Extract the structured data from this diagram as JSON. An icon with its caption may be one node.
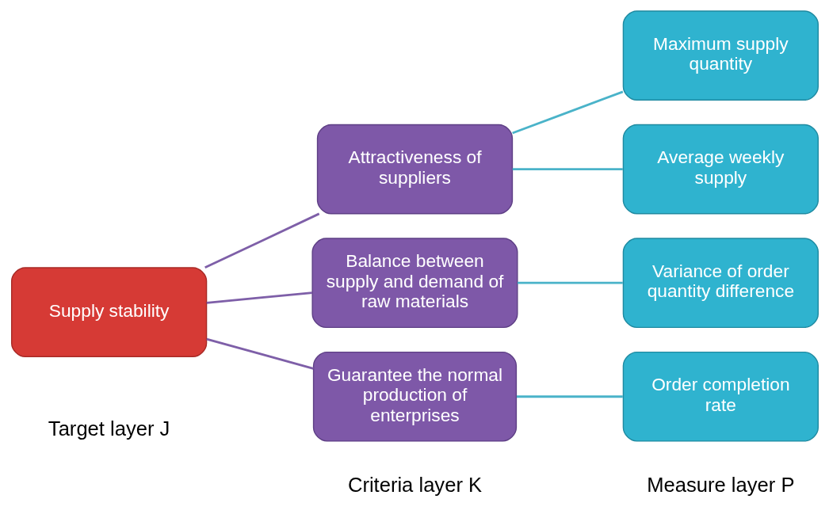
{
  "diagram": {
    "nodes": [
      {
        "text": [
          "Supply stability"
        ]
      },
      {
        "text": [
          "Attractiveness of suppliers"
        ]
      },
      {
        "text": [
          "Balance between supply and demand of raw materials"
        ]
      },
      {
        "text": [
          "Guarantee the normal production of enterprises"
        ]
      },
      {
        "text": [
          "Maximum supply quantity"
        ]
      },
      {
        "text": [
          "Average weekly supply"
        ]
      },
      {
        "text": [
          "Variance of order quantity difference"
        ]
      },
      {
        "text": [
          "Order completion rate"
        ]
      }
    ],
    "edges": [
      {
        "from": 0,
        "to": 1,
        "arrow": "none",
        "color": "#7e5fa8"
      },
      {
        "from": 0,
        "to": 2,
        "arrow": "none",
        "color": "#7e5fa8"
      },
      {
        "from": 0,
        "to": 3,
        "arrow": "none",
        "color": "#7e5fa8"
      },
      {
        "from": 1,
        "to": 4,
        "arrow": "none"
      },
      {
        "from": 1,
        "to": 5,
        "arrow": "none"
      },
      {
        "from": 2,
        "to": 6,
        "arrow": "none"
      },
      {
        "from": 3,
        "to": 7,
        "arrow": "none"
      }
    ],
    "labels": [
      "Target layer J",
      "Criteria layer K",
      "Measure layer P"
    ]
  }
}
